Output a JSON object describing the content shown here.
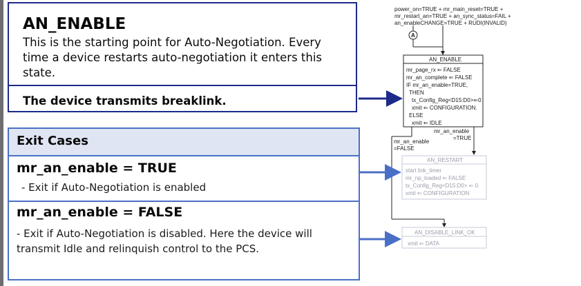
{
  "top_box": {
    "title": "AN_ENABLE",
    "description": "This is the starting point for Auto-Negotiation. Every time a device restarts auto-negotiation it enters this state.",
    "note": "The device transmits breaklink."
  },
  "exit_box": {
    "header": "Exit Cases",
    "case1_title": "mr_an_enable = TRUE",
    "case1_text": "- Exit if Auto-Negotiation is enabled",
    "case2_title": "mr_an_enable = FALSE",
    "case2_text": "- Exit if Auto-Negotiation is disabled. Here the device will transmit Idle and relinquish control to the PCS."
  },
  "diagram": {
    "entry_condition": [
      "power_on=TRUE + mr_main_reset=TRUE +",
      "mr_restart_an=TRUE + an_sync_status=FAIL +",
      "an_enableCHANGE=TRUE + RUDI(INVALID)"
    ],
    "connector_label": "A",
    "state_an_enable": {
      "name": "AN_ENABLE",
      "lines": [
        "mr_page_rx ⇐ FALSE",
        "mr_an_complete ⇐ FALSE",
        "IF mr_an_enable=TRUE,",
        "THEN",
        "tx_Config_Reg<D15:D0>⇐0",
        "xmit ⇐ CONFIGURATION.",
        "ELSE",
        "xmit ⇐ IDLE"
      ]
    },
    "transition_true": [
      "mr_an_enable",
      "=TRUE"
    ],
    "transition_false": [
      "mr_an_enable",
      "=FALSE"
    ],
    "state_an_restart": {
      "name": "AN_RESTART",
      "lines": [
        "start link_timer",
        "mr_np_loaded ⇐ FALSE",
        "tx_Config_Reg<D15:D0> ⇐ 0",
        "xmit ⇐ CONFIGURATION"
      ]
    },
    "state_an_disable": {
      "name": "AN_DISABLE_LINK_OK",
      "lines": [
        "xmit ⇐ DATA"
      ]
    },
    "colors": {
      "arrow_blue": "#1c2a8a",
      "arrow_light_blue": "#4a6fc7",
      "faint_state": "#c4c8d8"
    }
  }
}
